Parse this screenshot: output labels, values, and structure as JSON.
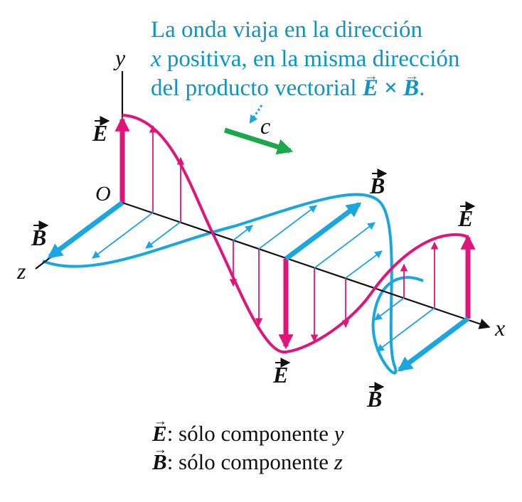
{
  "caption": {
    "line1": "La onda viaja en la dirección",
    "line2_var": "x",
    "line2_rest": " positiva, en la misma dirección",
    "line3_text": "del producto vectorial ",
    "line3_E": "E",
    "line3_op": " × ",
    "line3_B": "B",
    "line3_end": "."
  },
  "speed_label": "c",
  "axes": {
    "y": "y",
    "z": "z",
    "x": "x",
    "origin": "O"
  },
  "field_labels": {
    "E": "E",
    "B": "B"
  },
  "legend": {
    "E_symbol": "E",
    "E_text": ": sólo componente ",
    "E_var": "y",
    "B_symbol": "B",
    "B_text": ": sólo componente ",
    "B_var": "z"
  },
  "colors": {
    "electric": "#e0157a",
    "magnetic": "#1aa6df",
    "propagation": "#1aa84a",
    "caption": "#0b94c6",
    "axis": "#111111"
  }
}
